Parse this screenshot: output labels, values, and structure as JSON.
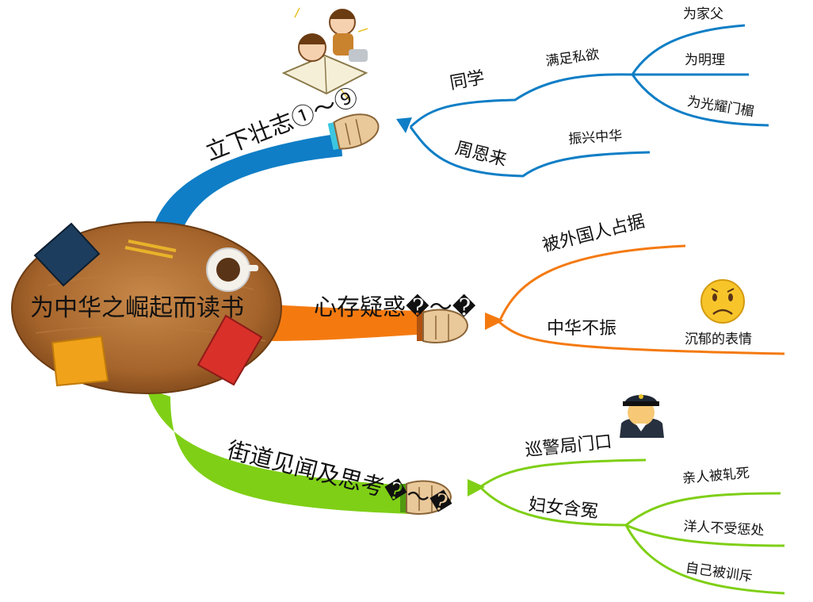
{
  "central": {
    "title": "为中华之崛起而读书"
  },
  "branches": [
    {
      "label": "立下壮志①～⑨",
      "color": "#0f7ec6",
      "children": [
        {
          "label": "同学",
          "children": [
            {
              "label": "满足私欲",
              "children": [
                "为家父",
                "为明理",
                "为光耀门楣"
              ]
            }
          ]
        },
        {
          "label": "周恩来",
          "children": [
            {
              "label": "振兴中华"
            }
          ]
        }
      ]
    },
    {
      "label": "心存疑惑�～�",
      "color": "#f47a10",
      "children": [
        {
          "label": "被外国人占据"
        },
        {
          "label": "中华不振",
          "children": [
            {
              "label": "沉郁的表情"
            }
          ]
        }
      ]
    },
    {
      "label": "街道见闻及思考�～�",
      "color": "#7fcf16",
      "children": [
        {
          "label": "巡警局门口"
        },
        {
          "label": "妇女含冤",
          "children": [
            "亲人被轧死",
            "洋人不受惩处",
            "自己被训斥"
          ]
        }
      ]
    }
  ],
  "icons": [
    "children-reading-icon",
    "sad-face-icon",
    "police-officer-icon",
    "hand-pointer-icon",
    "desk-icon"
  ]
}
